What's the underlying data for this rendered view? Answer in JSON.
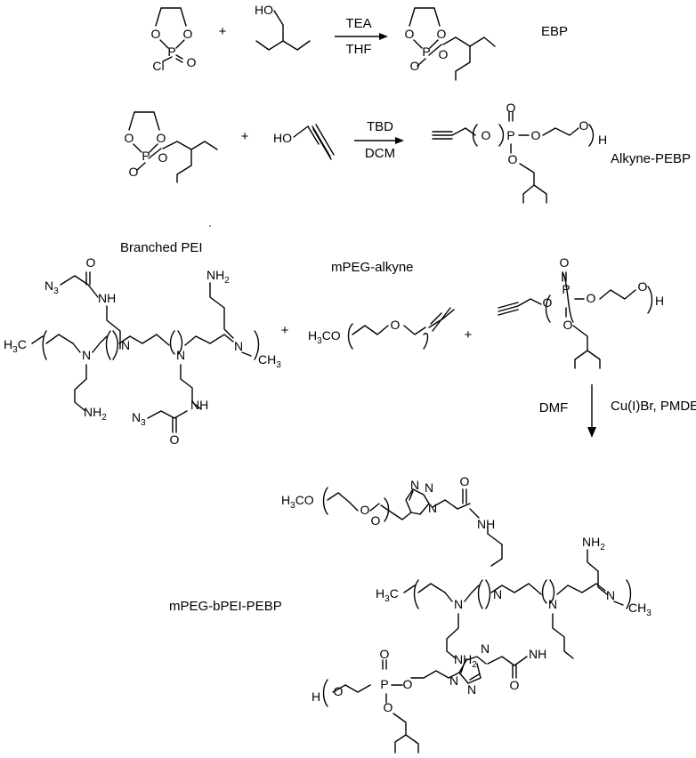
{
  "scheme": {
    "steps": [
      {
        "plus": "+",
        "arrow_label_top": "TEA",
        "arrow_label_bottom": "THF",
        "product_label": "EBP",
        "atoms": {
          "o1": "O",
          "o2": "O",
          "p": "P",
          "o3": "O",
          "cl": "Cl",
          "ho": "HO",
          "o4": "O",
          "o5": "O",
          "p2": "P",
          "o6": "O",
          "o7": "O"
        }
      },
      {
        "plus": "+",
        "arrow_label_top": "TBD",
        "arrow_label_bottom": "DCM",
        "product_label": "Alkyne-PEBP",
        "atoms": {
          "o1": "O",
          "o2": "O",
          "p": "P",
          "o3": "O",
          "o4": "O",
          "ho": "HO",
          "o5": "O",
          "p2": "P",
          "o6": "O",
          "o7": "O",
          "o8": "O",
          "o9": "O",
          "h": "H"
        }
      },
      {
        "branched_pei_label": "Branched PEI",
        "mpeg_alkyne_label": "mPEG-alkyne",
        "plus_1": "+",
        "plus_2": "+",
        "arrow_label_left": "DMF",
        "arrow_label_right": "Cu(I)Br, PMDETA",
        "product_label": "mPEG-bPEI-PEBP",
        "atoms": {
          "n3_top": "N",
          "n3_top_sub": "3",
          "o_amide_top": "O",
          "nh_top": "NH",
          "nh2_top": "NH",
          "nh2_top_sub": "2",
          "h3c": "H",
          "h3c_sub": "3",
          "h3c_c": "C",
          "n1": "N",
          "n2": "N",
          "n3": "N",
          "n4": "N",
          "n5": "N",
          "ch3": "CH",
          "ch3_sub": "3",
          "nh2_bottom": "NH",
          "nh2_bottom_sub": "2",
          "nh_bottom": "NH",
          "n3_bottom": "N",
          "n3_bottom_sub": "3",
          "o_amide_bottom": "O",
          "h3co": "H",
          "h3co_sub": "3",
          "h3co_co": "CO",
          "o_peg": "O",
          "o_a": "O",
          "o_b": "O",
          "p": "P",
          "o_c": "O",
          "o_d": "O",
          "o_e": "O",
          "h": "H"
        }
      },
      {
        "atoms": {
          "h3co": "H",
          "h3co_sub": "3",
          "h3co_co": "CO",
          "o_peg": "O",
          "o_link": "O",
          "tri_n_a": "N",
          "tri_n_b": "N",
          "tri_n_c": "N",
          "o_amide_top": "O",
          "nh_top": "NH",
          "nh2": "NH",
          "nh2_sub": "2",
          "h3c": "H",
          "h3c_sub": "3",
          "h3c_c": "C",
          "n1": "N",
          "n2": "N",
          "n3": "N",
          "n4": "N",
          "n5": "N",
          "ch3": "CH",
          "ch3_sub": "3",
          "nh2_left": "NH",
          "nh2_left_sub": "2",
          "nh_bottom": "NH",
          "o_amide_bottom": "O",
          "tri2_n_a": "N",
          "tri2_n_b": "N",
          "tri2_n_c": "N",
          "o_po": "O",
          "p": "P",
          "o_p1": "O",
          "o_p2": "O",
          "h": "H",
          "o_chain": "O"
        }
      }
    ]
  }
}
